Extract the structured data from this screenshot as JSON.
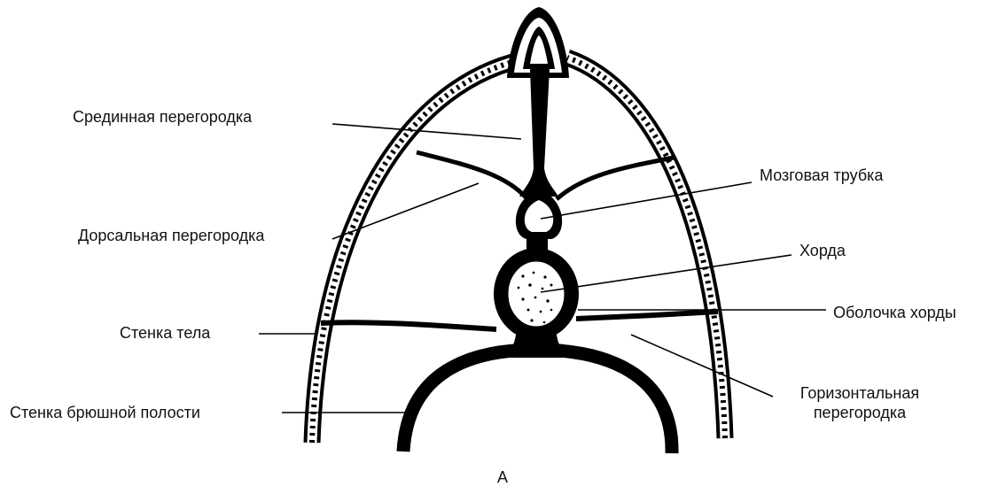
{
  "labels": {
    "median_septum": "Срединная перегородка",
    "dorsal_septum": "Дорсальная перегородка",
    "body_wall": "Стенка тела",
    "abdominal_wall": "Стенка брюшной полости",
    "neural_tube": "Мозговая трубка",
    "notochord": "Хорда",
    "notochord_sheath": "Оболочка хорды",
    "horizontal_septum_line1": "Горизонтальная",
    "horizontal_septum_line2": "перегородка"
  },
  "figure_letter": "А"
}
